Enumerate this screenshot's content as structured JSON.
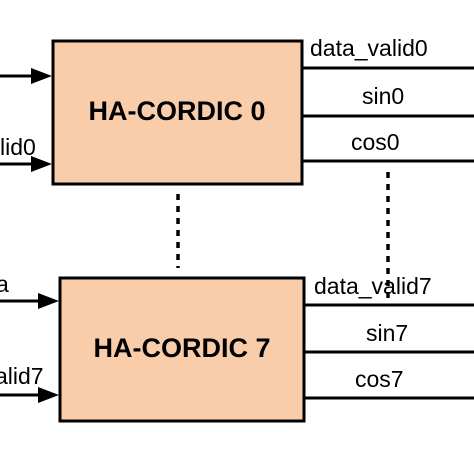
{
  "colors": {
    "block_fill": "#F9CDAA",
    "stroke": "#000000",
    "background": "#FFFFFF"
  },
  "blocks": [
    {
      "label": "HA-CORDIC 0",
      "inputs": [
        "",
        "lid0"
      ],
      "outputs": [
        "data_valid0",
        "sin0",
        "cos0"
      ]
    },
    {
      "label": "HA-CORDIC 7",
      "inputs": [
        "a",
        "alid7"
      ],
      "outputs": [
        "data_valid7",
        "sin7",
        "cos7"
      ]
    }
  ]
}
